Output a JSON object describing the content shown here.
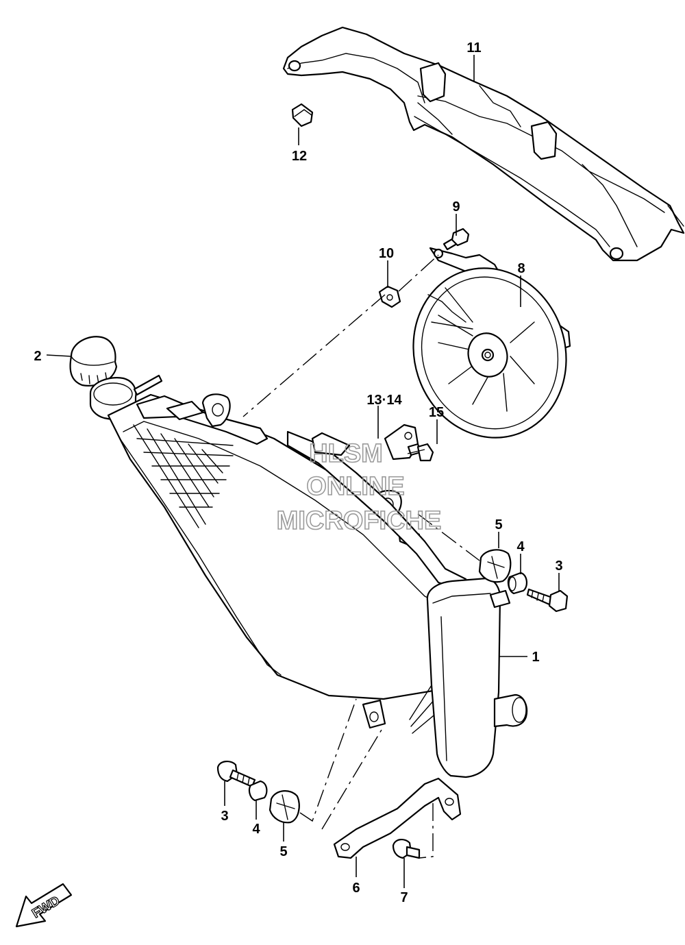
{
  "callouts": {
    "c1": "1",
    "c2": "2",
    "c3a": "3",
    "c3b": "3",
    "c4a": "4",
    "c4b": "4",
    "c5a": "5",
    "c5b": "5",
    "c6": "6",
    "c7": "7",
    "c8": "8",
    "c9": "9",
    "c10": "10",
    "c11": "11",
    "c12": "12",
    "c13_14": "13·14",
    "c15": "15"
  },
  "watermark": {
    "line1": "HLSM",
    "line2": "ONLINE",
    "line3": "MICROFICHE",
    "color": "#9a9a9a"
  },
  "fwd_label": "FWD",
  "line_color": "#000000",
  "background": "#ffffff"
}
